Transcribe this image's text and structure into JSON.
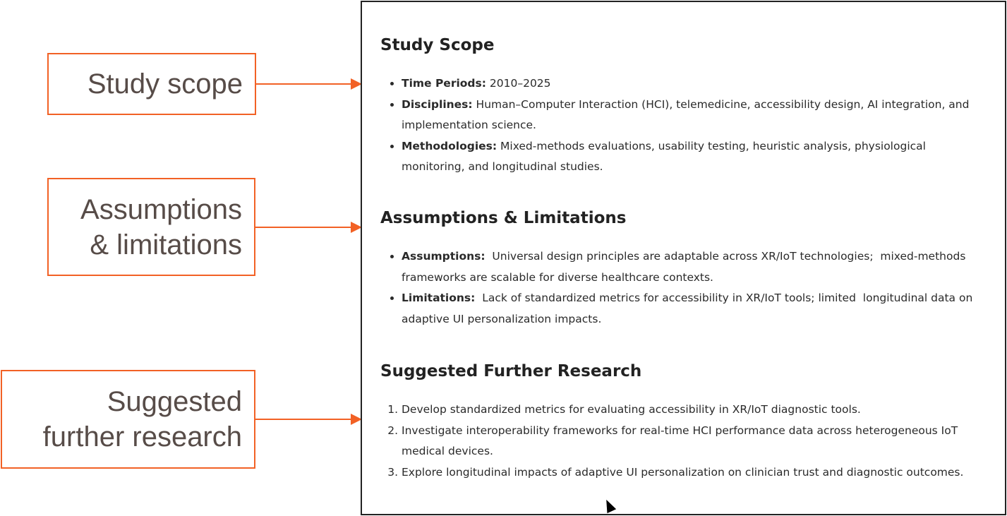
{
  "callouts": [
    "Study scope",
    "Assumptions & limitations",
    "Suggested further research"
  ],
  "callout_lines": [
    [
      "Study scope"
    ],
    [
      "Assumptions",
      "& limitations"
    ],
    [
      "Suggested",
      "further research"
    ]
  ],
  "accent_color": "#f26125",
  "sections": {
    "scope": {
      "title": "Study Scope",
      "items": [
        {
          "label": "Time Periods:",
          "text": " 2010–2025"
        },
        {
          "label": "Disciplines:",
          "text": " Human–Computer Interaction (HCI), telemedicine, accessibility design, AI integration, and implementation science."
        },
        {
          "label": "Methodologies:",
          "text": " Mixed-methods evaluations, usability testing, heuristic analysis, physiological monitoring, and longitudinal studies."
        }
      ]
    },
    "assumptions": {
      "title": "Assumptions & Limitations",
      "items": [
        {
          "label": "Assumptions:",
          "text": "  Universal design principles are adaptable across XR/IoT technologies;  mixed-methods frameworks are scalable for diverse healthcare contexts."
        },
        {
          "label": "Limitations:",
          "text": "  Lack of standardized metrics for accessibility in XR/IoT tools; limited  longitudinal data on adaptive UI personalization impacts."
        }
      ]
    },
    "research": {
      "title": "Suggested Further Research",
      "items": [
        "Develop standardized metrics for evaluating accessibility in XR/IoT diagnostic tools.",
        "Investigate interoperability frameworks for real-time HCI performance data across heterogeneous IoT medical devices.",
        "Explore longitudinal impacts of adaptive UI personalization on clinician trust and diagnostic outcomes."
      ]
    }
  }
}
